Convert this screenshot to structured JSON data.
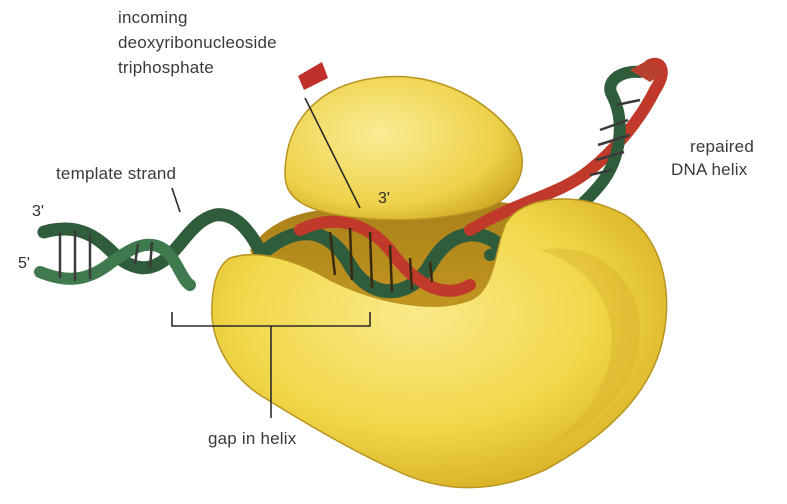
{
  "labels": {
    "incoming": [
      "incoming",
      "deoxyribonucleoside",
      "triphosphate"
    ],
    "template_strand": "template strand",
    "repaired": [
      "repaired",
      "DNA helix"
    ],
    "gap": "gap in helix",
    "end_3_left": "3'",
    "end_5_left": "5'",
    "end_3_center": "3'"
  },
  "colors": {
    "protein_fill": "#f1d84a",
    "protein_shade": "#c9a318",
    "template_strand": "#2f5d3c",
    "new_strand": "#c0392b",
    "nucleotide": "#c0302a",
    "leader": "#2b2b2b"
  }
}
